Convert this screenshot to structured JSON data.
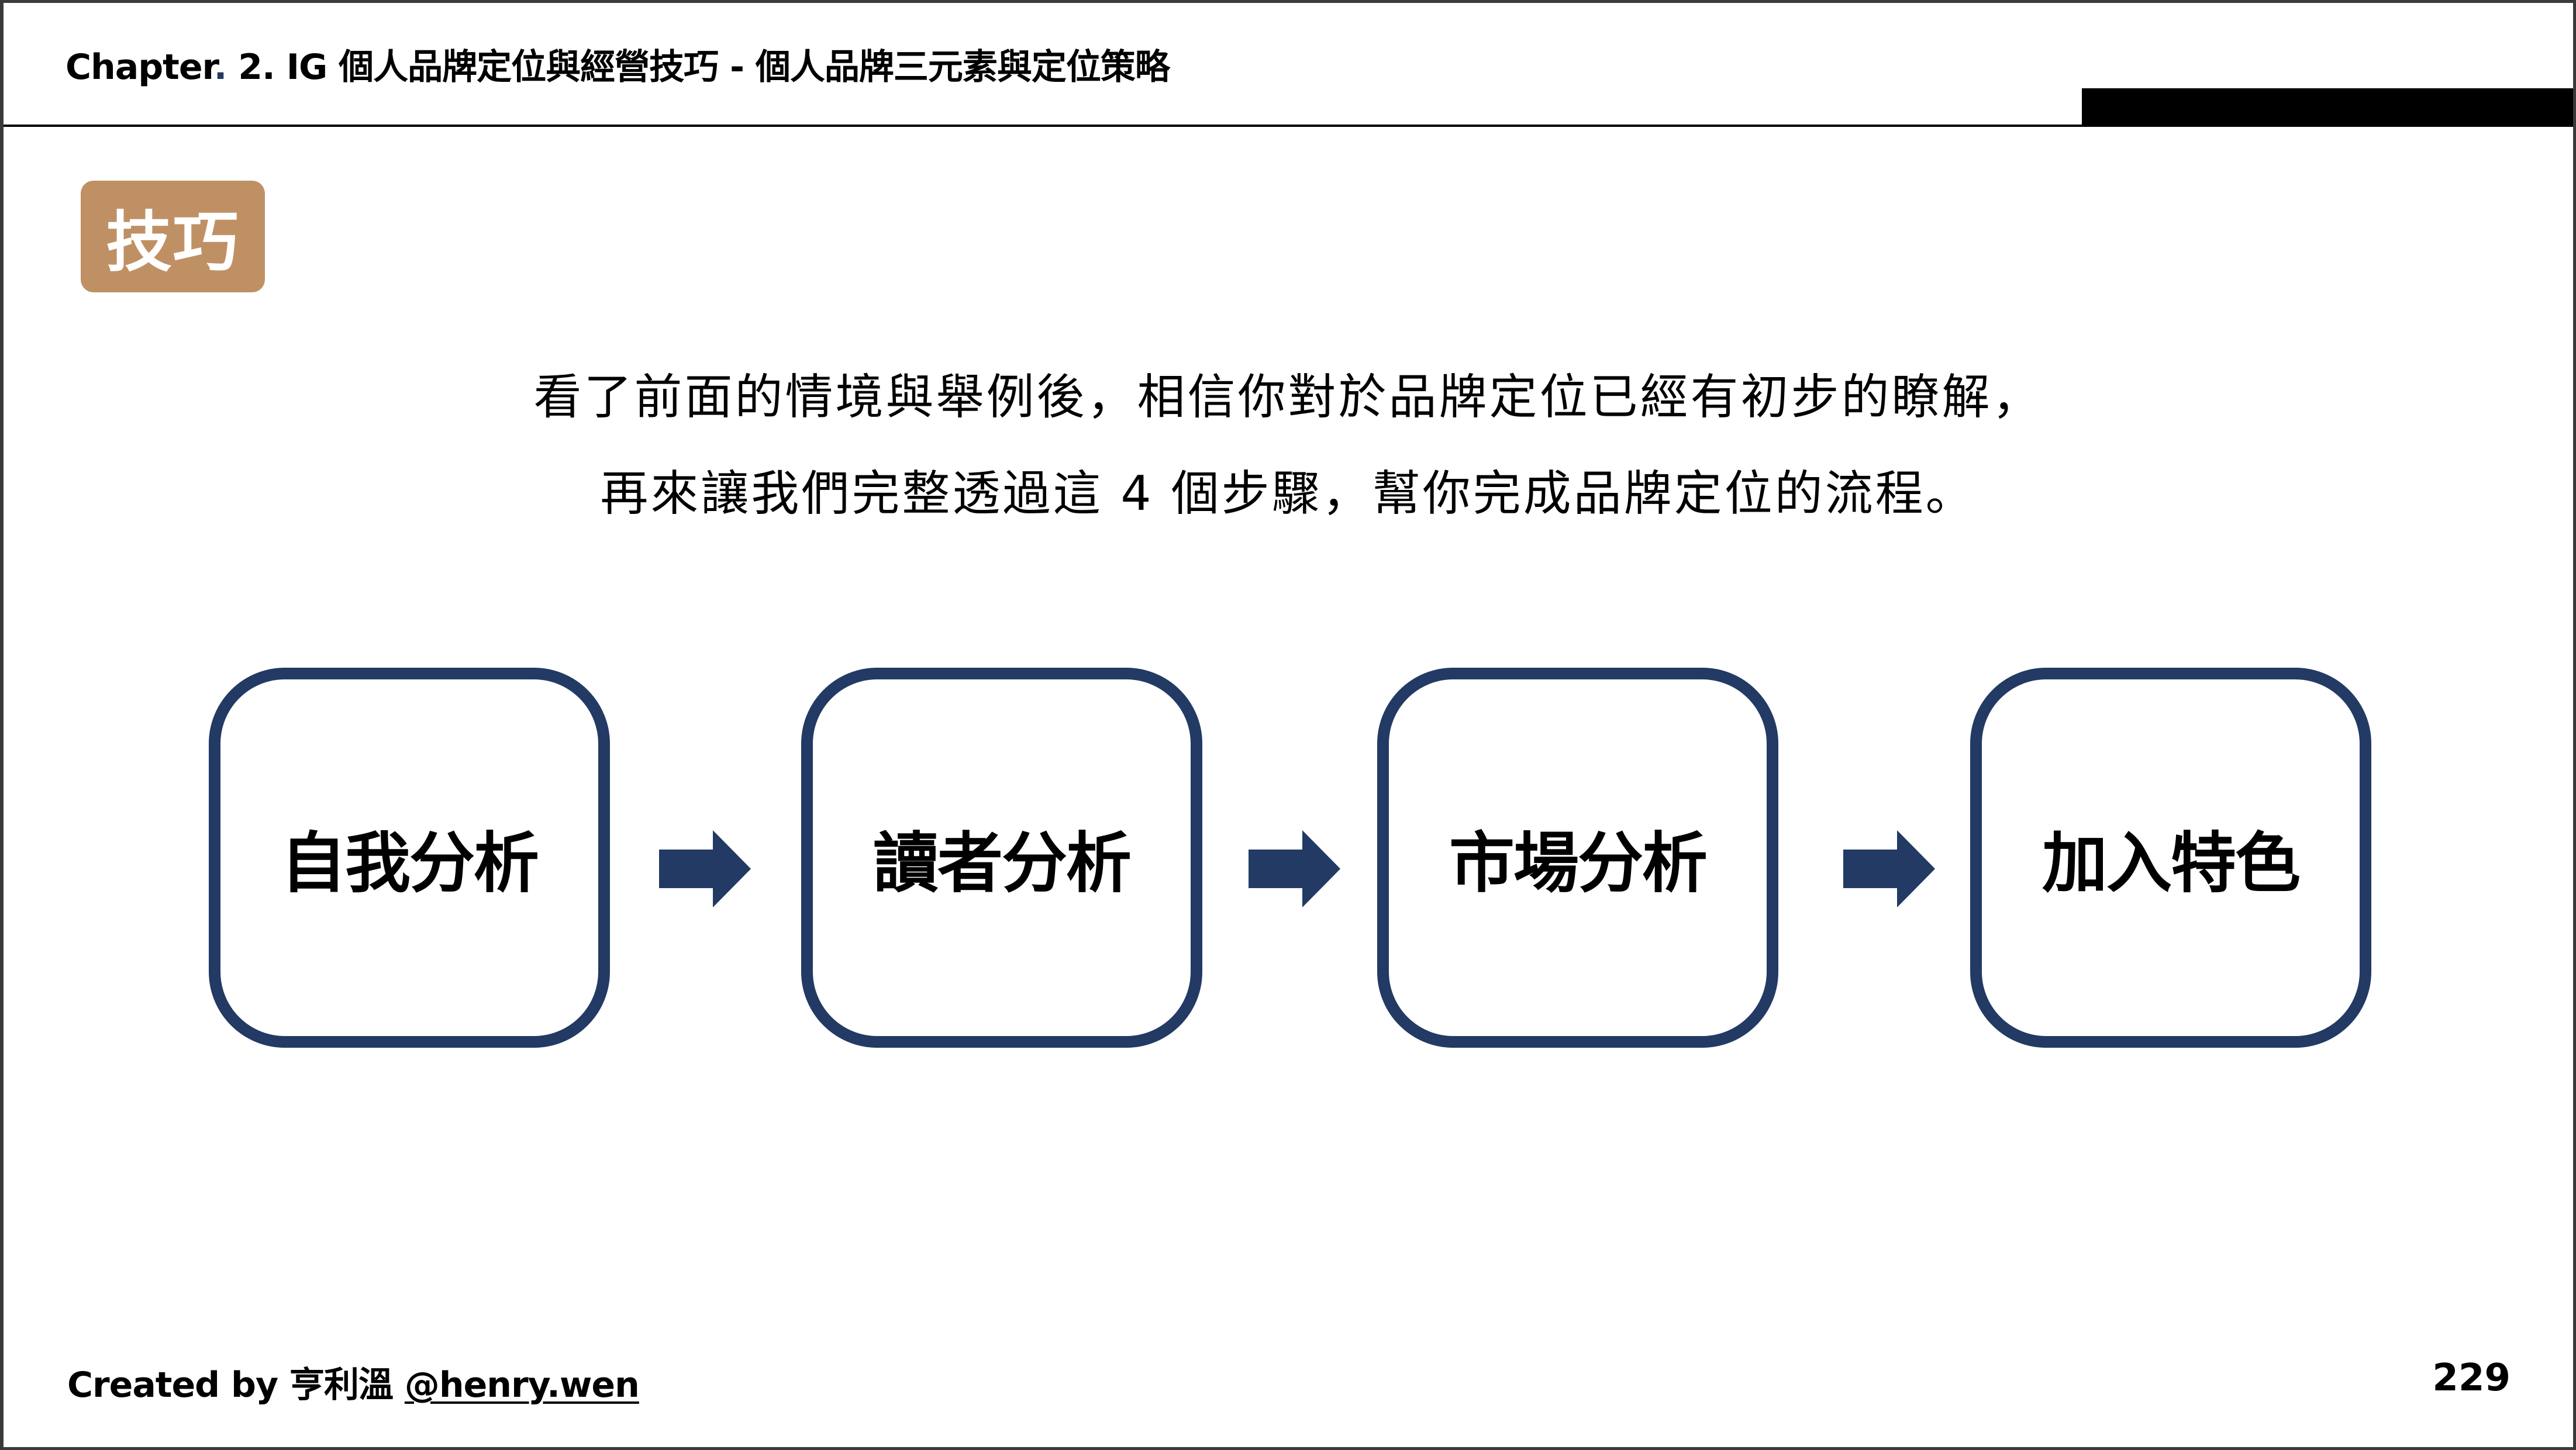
{
  "header": {
    "chapter_prefix": "Chapter",
    "chapter_dot": ".",
    "chapter_rest": " 2. IG 個人品牌定位與經營技巧 - 個人品牌三元素與定位策略"
  },
  "badge": {
    "label": "技巧"
  },
  "intro": {
    "line1": "看了前面的情境與舉例後，相信你對於品牌定位已經有初步的瞭解，",
    "line2": "再來讓我們完整透過這 4 個步驟，幫你完成品牌定位的流程。"
  },
  "steps": [
    {
      "label": "自我分析"
    },
    {
      "label": "讀者分析"
    },
    {
      "label": "市場分析"
    },
    {
      "label": "加入特色"
    }
  ],
  "icons": {
    "arrow": "arrow-right-icon"
  },
  "colors": {
    "accent_navy": "#223a64",
    "badge_brown": "#c09065",
    "frame": "#3a3a3a"
  },
  "footer": {
    "credit_prefix": "Created by 亨利溫 ",
    "credit_handle": "@henry.wen",
    "page_number": "229"
  }
}
